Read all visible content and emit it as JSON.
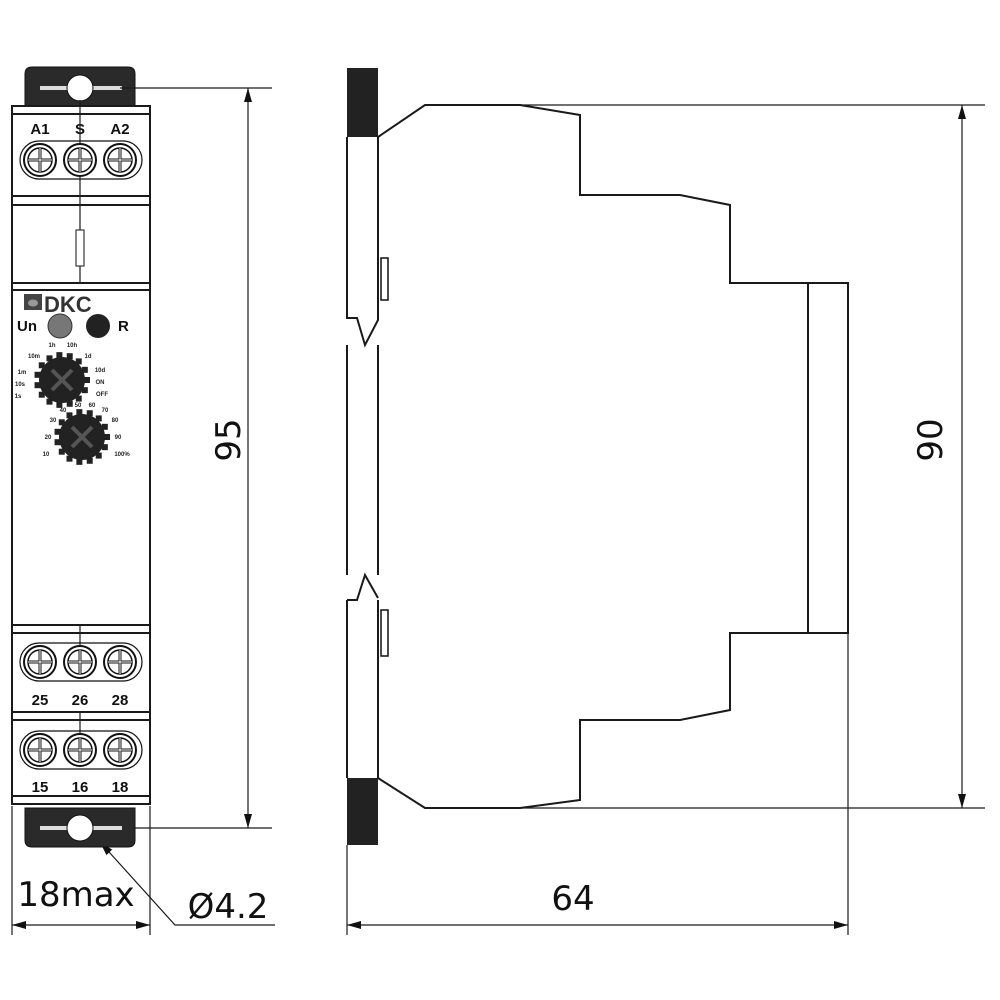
{
  "brand": "DKC",
  "top_terminals": [
    "A1",
    "S",
    "A2"
  ],
  "mid_terminals": [
    "25",
    "26",
    "28"
  ],
  "bottom_terminals": [
    "15",
    "16",
    "18"
  ],
  "indicators": {
    "power": "Un",
    "relay": "R",
    "power_color": "#777777",
    "relay_color": "#222222"
  },
  "time_dial": [
    "1s",
    "10s",
    "1m",
    "10m",
    "1h",
    "10h",
    "1d",
    "10d",
    "ON",
    "OFF"
  ],
  "percent_dial": [
    "10",
    "20",
    "30",
    "40",
    "50",
    "60",
    "70",
    "80",
    "90",
    "100%"
  ],
  "dimensions": {
    "height_front": "95",
    "width": "18max",
    "hole": "Ø4.2",
    "height_side": "90",
    "depth": "64"
  }
}
